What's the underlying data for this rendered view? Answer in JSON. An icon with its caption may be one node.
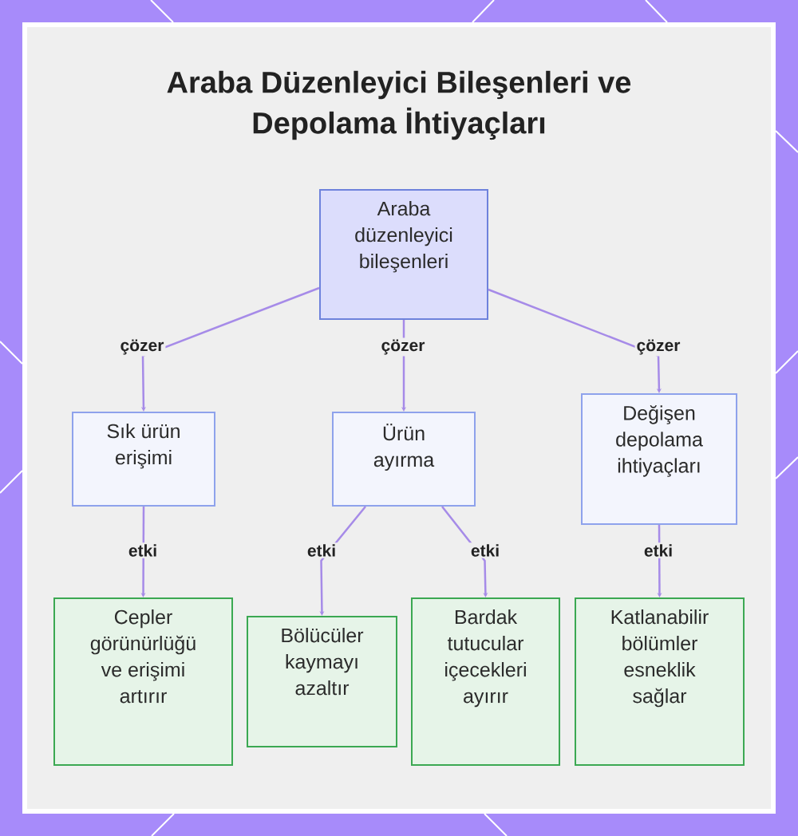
{
  "diagram": {
    "title": "Araba Düzenleyici Bileşenleri ve Depolama İhtiyaçları",
    "nodes": [
      {
        "text": [
          "Araba düzenleyici bileşenleri"
        ]
      },
      {
        "text": [
          "Sık ürün erişimi"
        ]
      },
      {
        "text": [
          "Ürün ayırma"
        ]
      },
      {
        "text": [
          "Değişen depolama ihtiyaçları"
        ]
      },
      {
        "text": [
          "Cepler görünürlüğü ve erişimi artırır"
        ]
      },
      {
        "text": [
          "Bölücüler kaymayı azaltır"
        ]
      },
      {
        "text": [
          "Bardak tutucular içecekleri ayırır"
        ]
      },
      {
        "text": [
          "Katlanabilir bölümler esneklik sağlar"
        ]
      }
    ],
    "edges": [
      {
        "from": 0,
        "to": 1,
        "arrow": "to",
        "label": "çözer"
      },
      {
        "from": 0,
        "to": 2,
        "arrow": "to",
        "label": "çözer"
      },
      {
        "from": 0,
        "to": 3,
        "arrow": "to",
        "label": "çözer"
      },
      {
        "from": 1,
        "to": 4,
        "arrow": "to",
        "label": "etki"
      },
      {
        "from": 2,
        "to": 5,
        "arrow": "to",
        "label": "etki"
      },
      {
        "from": 2,
        "to": 6,
        "arrow": "to",
        "label": "etki"
      },
      {
        "from": 3,
        "to": 7,
        "arrow": "to",
        "label": "etki"
      }
    ]
  }
}
